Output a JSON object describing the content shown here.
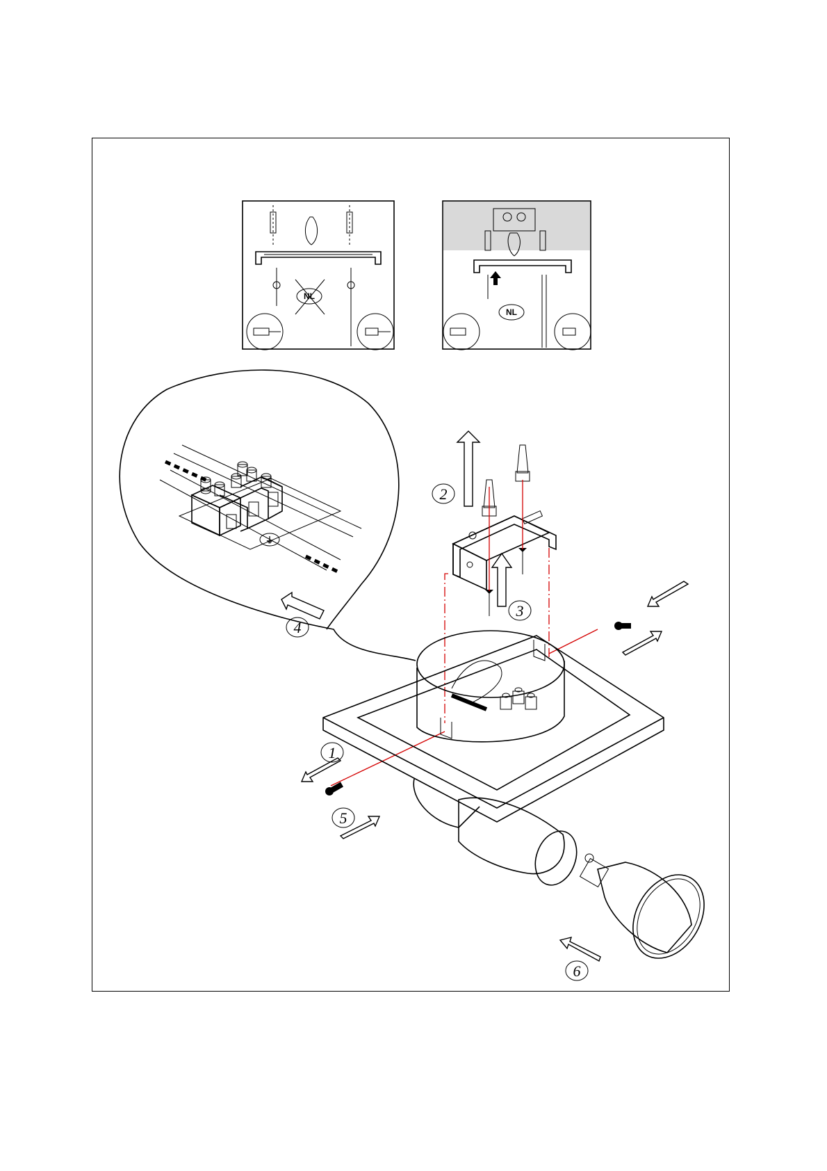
{
  "diagram": {
    "inset_left": {
      "badge": "NL"
    },
    "inset_right": {
      "badge": "NL"
    },
    "steps": [
      {
        "label": "1"
      },
      {
        "label": "2"
      },
      {
        "label": "3"
      },
      {
        "label": "4"
      },
      {
        "label": "5"
      },
      {
        "label": "6"
      }
    ],
    "wire_marker": "⏚"
  },
  "colors": {
    "line": "#000000",
    "guide": "#d40000",
    "ceiling": "#d9d9d9"
  }
}
